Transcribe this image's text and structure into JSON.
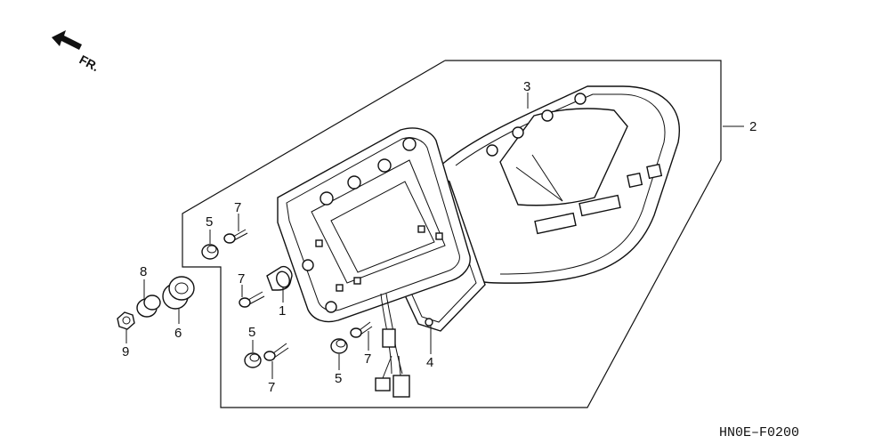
{
  "direction": {
    "label": "FR.",
    "icon": "front-direction-arrow-icon"
  },
  "callouts": {
    "c1": "1",
    "c2": "2",
    "c3": "3",
    "c4": "4",
    "c5a": "5",
    "c5b": "5",
    "c5c": "5",
    "c6": "6",
    "c7a": "7",
    "c7b": "7",
    "c7c": "7",
    "c7d": "7",
    "c8": "8",
    "c9": "9"
  },
  "diagram_code": "HN0E–F0200"
}
